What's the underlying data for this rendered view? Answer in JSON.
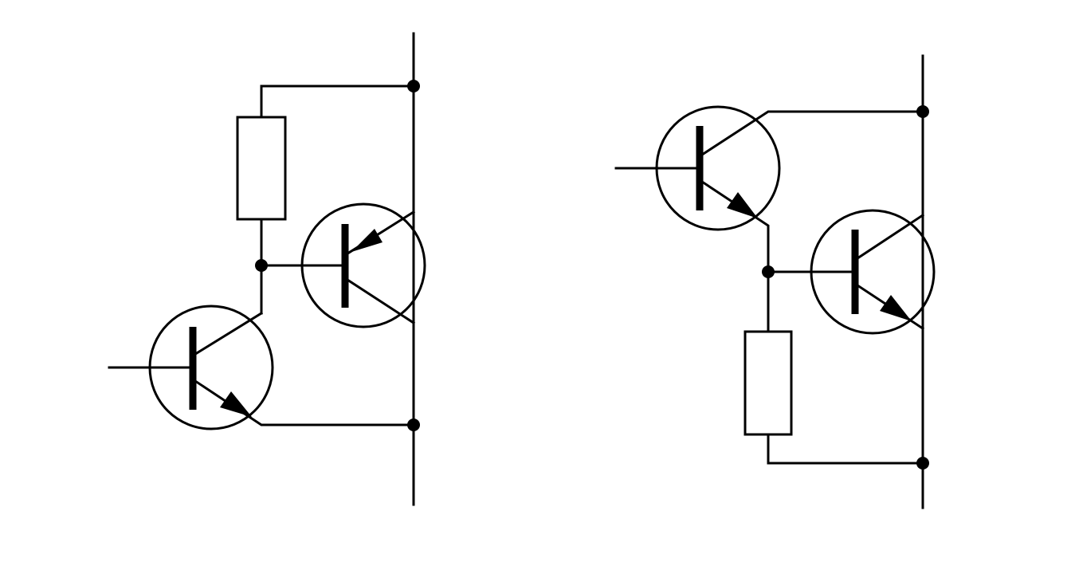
{
  "diagram": {
    "type": "circuit-schematic",
    "stroke_color": "#000000",
    "background_color": "#ffffff",
    "circuits": [
      {
        "id": "left",
        "components": [
          {
            "kind": "resistor",
            "role": "bias-resistor"
          },
          {
            "kind": "transistor",
            "polarity": "NPN",
            "role": "input-transistor"
          },
          {
            "kind": "transistor",
            "polarity": "PNP",
            "role": "output-transistor"
          }
        ],
        "junction_count": 3
      },
      {
        "id": "right",
        "components": [
          {
            "kind": "transistor",
            "polarity": "NPN",
            "role": "input-transistor"
          },
          {
            "kind": "transistor",
            "polarity": "NPN",
            "role": "output-transistor"
          },
          {
            "kind": "resistor",
            "role": "bias-resistor"
          }
        ],
        "junction_count": 3
      }
    ]
  }
}
